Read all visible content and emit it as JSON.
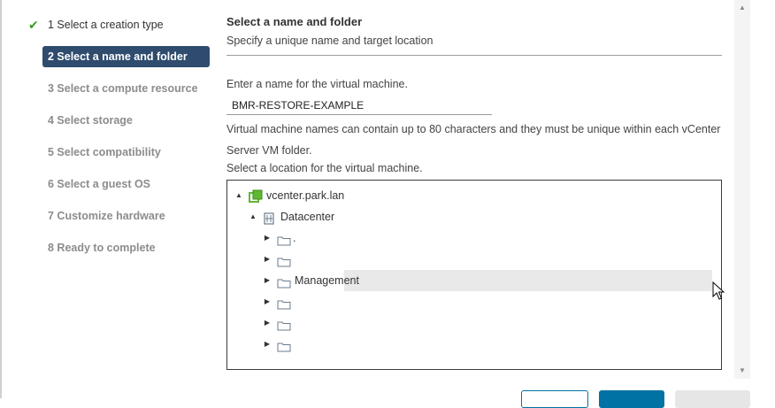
{
  "steps": [
    {
      "label": "1 Select a creation type",
      "state": "done"
    },
    {
      "label": "2 Select a name and folder",
      "state": "active"
    },
    {
      "label": "3 Select a compute resource",
      "state": "pending"
    },
    {
      "label": "4 Select storage",
      "state": "pending"
    },
    {
      "label": "5 Select compatibility",
      "state": "pending"
    },
    {
      "label": "6 Select a guest OS",
      "state": "pending"
    },
    {
      "label": "7 Customize hardware",
      "state": "pending"
    },
    {
      "label": "8 Ready to complete",
      "state": "pending"
    }
  ],
  "page": {
    "title": "Select a name and folder",
    "subtitle": "Specify a unique name and target location"
  },
  "name_field": {
    "label": "Enter a name for the virtual machine.",
    "value": "BMR-RESTORE-EXAMPLE"
  },
  "help_text": "Virtual machine names can contain up to 80 characters and they must be unique within each vCenter Server VM folder.",
  "location_label": "Select a location for the virtual machine.",
  "tree": {
    "root": {
      "label": "vcenter.park.lan",
      "icon": "vcenter-icon",
      "expanded": true
    },
    "datacenter": {
      "label": "Datacenter",
      "icon": "datacenter-icon",
      "expanded": true
    },
    "folders": [
      {
        "label": "."
      },
      {
        "label": ""
      },
      {
        "label": "Management"
      },
      {
        "label": ""
      },
      {
        "label": ""
      },
      {
        "label": ""
      }
    ]
  },
  "colors": {
    "active_step": "#2f4b6e",
    "check": "#3a9d23",
    "primary": "#0072a3",
    "vcenter_green": "#5fb832"
  }
}
